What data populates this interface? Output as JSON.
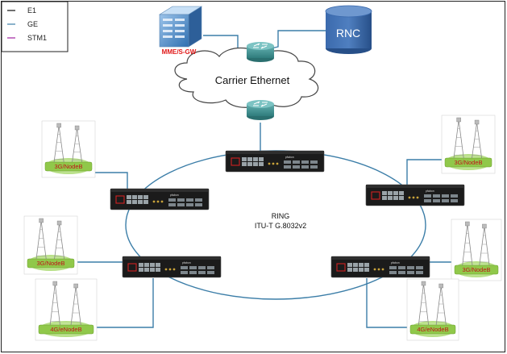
{
  "legend": {
    "items": [
      {
        "label": "E1",
        "color": "#111111"
      },
      {
        "label": "GE",
        "color": "#3c7ea8"
      },
      {
        "label": "STM1",
        "color": "#a020a0"
      }
    ]
  },
  "core": {
    "mme_label": "MME/S-GW",
    "rnc_label": "RNC",
    "cloud_label": "Carrier Ethernet"
  },
  "ring": {
    "line1": "RING",
    "line2": "ITU-T G.8032v2"
  },
  "sites": [
    {
      "label": "3G/NodeB"
    },
    {
      "label": "3G/NodeB"
    },
    {
      "label": "3G/NodeB"
    },
    {
      "label": "3G/NodeB"
    },
    {
      "label": "4G/eNodeB"
    },
    {
      "label": "4G/eNodeB"
    }
  ],
  "device_brand": "pfabon",
  "colors": {
    "ge_link": "#3c7ea8",
    "cloud_stroke": "#444444",
    "rnc_fill": "#2f5c9a",
    "router_fill": "#3f8f8f",
    "site_badge": "#90c84a",
    "site_text": "#c0141a",
    "mme_text": "#e01818"
  }
}
